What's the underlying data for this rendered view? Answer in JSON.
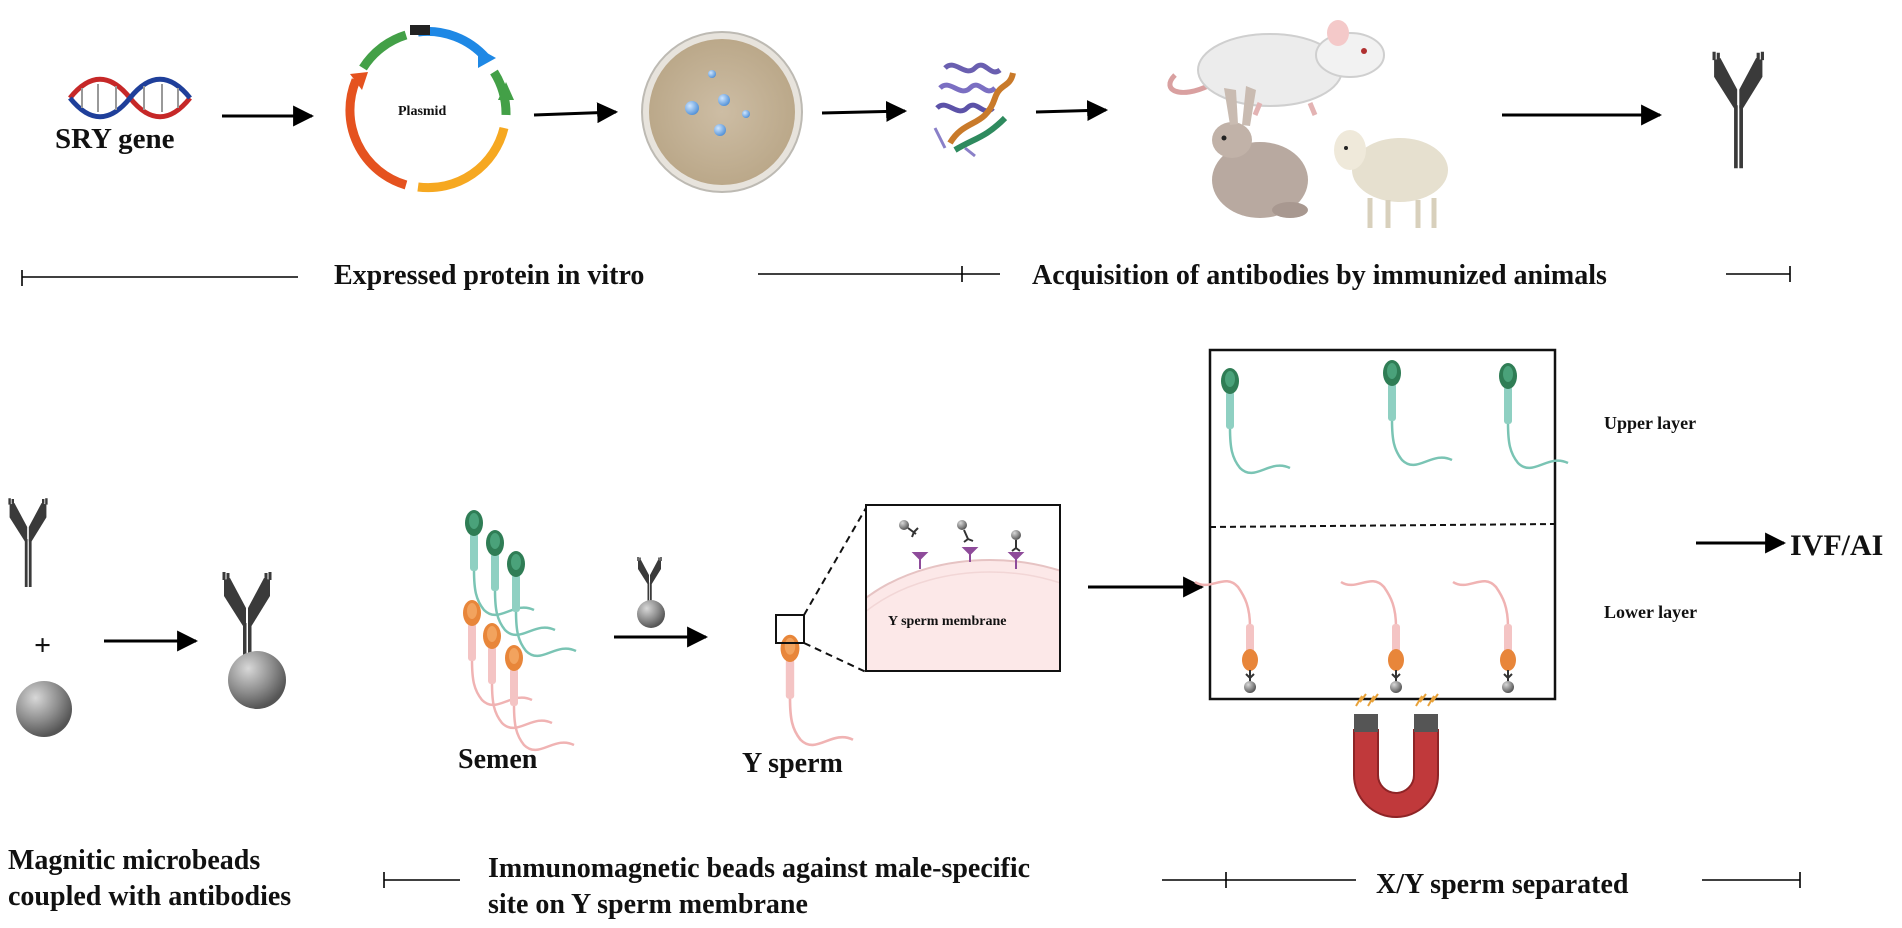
{
  "labels": {
    "sry_gene": "SRY gene",
    "plasmid": "Plasmid",
    "expressed_protein": "Expressed protein in vitro",
    "acquisition": "Acquisition of antibodies by immunized animals",
    "plus": "+",
    "semen": "Semen",
    "y_sperm": "Y sperm",
    "y_sperm_membrane": "Y sperm membrane",
    "upper_layer": "Upper layer",
    "lower_layer": "Lower layer",
    "ivf_ai": "IVF/AI",
    "magnetic_line1": "Magnitic microbeads",
    "magnetic_line2": "coupled with antibodies",
    "immuno_line1": "Immunomagnetic beads against male-specific",
    "immuno_line2": "site on Y sperm membrane",
    "separated": "X/Y sperm separated"
  },
  "colors": {
    "antibody": "#3a3a3a",
    "bead": "#8c8c8c",
    "x_sperm": "#7ac4b4",
    "x_sperm_head": "#2f7d55",
    "y_sperm": "#f0b3b3",
    "y_sperm_head": "#e8863a",
    "petri": "#c8b59a",
    "magnet": "#c0393b"
  }
}
